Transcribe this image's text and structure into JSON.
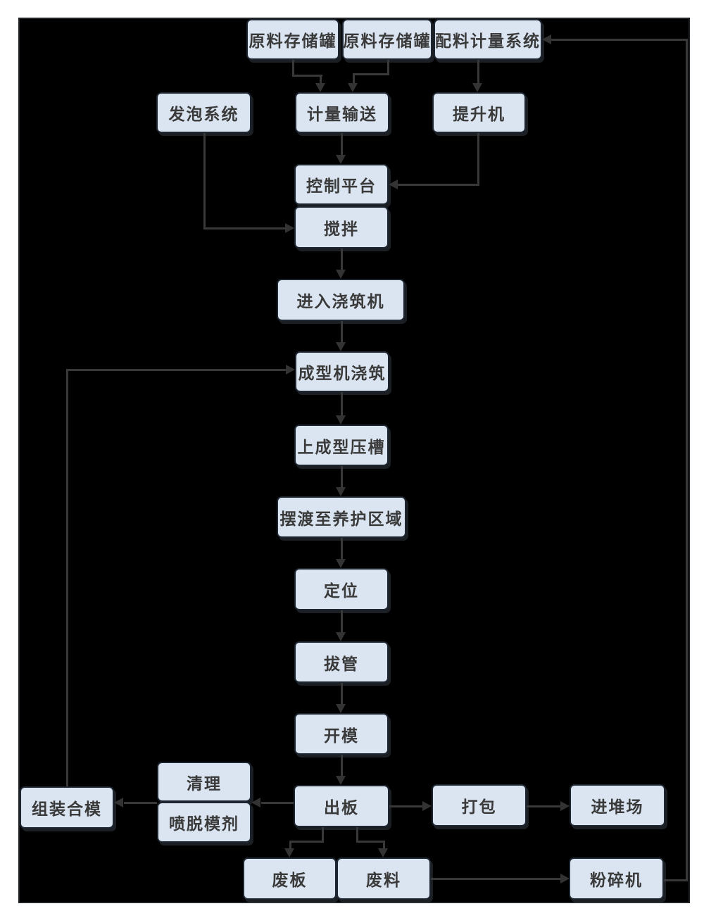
{
  "page": {
    "background": "#ffffff",
    "canvas_background": "#000000"
  },
  "flowchart": {
    "colors": {
      "node_fill": "#dbe5f1",
      "node_border": "#1c2530",
      "node_text": "#3a3a3a",
      "connector": "#383838"
    },
    "nodes": {
      "raw_tank_1": "原料存储罐",
      "raw_tank_2": "原料存储罐",
      "batching_system": "配料计量系统",
      "foaming_system": "发泡系统",
      "metering_conveying": "计量输送",
      "hoist": "提升机",
      "control_platform": "控制平台",
      "mixing": "搅拌",
      "enter_casting_machine": "进入浇筑机",
      "forming_machine_casting": "成型机浇筑",
      "forming_press_groove": "上成型压槽",
      "ferry_to_curing": "摆渡至养护区域",
      "positioning": "定位",
      "tube_pulling": "拔管",
      "mold_opening": "开模",
      "mold_assembly": "组装合模",
      "cleaning": "清理",
      "release_agent_spray": "喷脱模剂",
      "board_output": "出板",
      "packing": "打包",
      "stockyard": "进堆场",
      "waste_board": "废板",
      "waste_material": "废料",
      "crusher": "粉碎机"
    },
    "edges": [
      {
        "from": "raw_tank_1",
        "to": "metering_conveying"
      },
      {
        "from": "raw_tank_2",
        "to": "metering_conveying"
      },
      {
        "from": "batching_system",
        "to": "hoist"
      },
      {
        "from": "metering_conveying",
        "to": "control_platform"
      },
      {
        "from": "hoist",
        "to": "control_platform"
      },
      {
        "from": "foaming_system",
        "to": "mixing"
      },
      {
        "from": "mixing",
        "to": "enter_casting_machine"
      },
      {
        "from": "enter_casting_machine",
        "to": "forming_machine_casting"
      },
      {
        "from": "mold_assembly",
        "to": "forming_machine_casting"
      },
      {
        "from": "forming_machine_casting",
        "to": "forming_press_groove"
      },
      {
        "from": "forming_press_groove",
        "to": "ferry_to_curing"
      },
      {
        "from": "ferry_to_curing",
        "to": "positioning"
      },
      {
        "from": "positioning",
        "to": "tube_pulling"
      },
      {
        "from": "tube_pulling",
        "to": "mold_opening"
      },
      {
        "from": "mold_opening",
        "to": "board_output"
      },
      {
        "from": "board_output",
        "to": "cleaning"
      },
      {
        "from": "cleaning",
        "to": "mold_assembly"
      },
      {
        "from": "board_output",
        "to": "packing"
      },
      {
        "from": "packing",
        "to": "stockyard"
      },
      {
        "from": "board_output",
        "to": "waste_board"
      },
      {
        "from": "board_output",
        "to": "waste_material"
      },
      {
        "from": "waste_material",
        "to": "crusher"
      },
      {
        "from": "crusher",
        "to": "batching_system"
      }
    ]
  }
}
